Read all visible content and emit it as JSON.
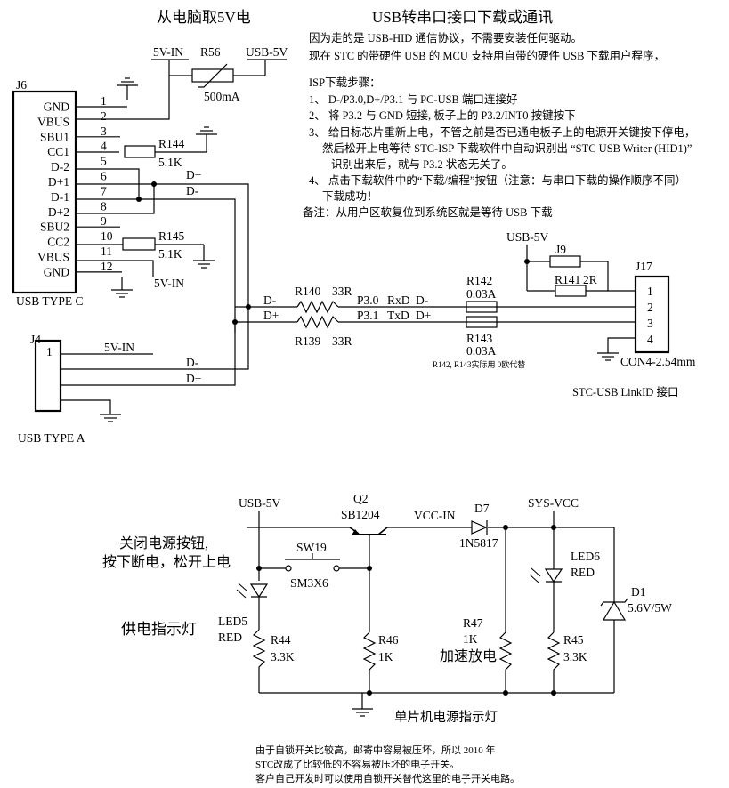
{
  "titles": {
    "usb_power": "从电脑取5V电",
    "usb_serial": "USB转串口接口下载或通讯"
  },
  "notes": {
    "line1": "因为走的是 USB-HID 通信协议，不需要安装任何驱动。",
    "line2": "现在 STC 的带硬件 USB 的 MCU 支持用自带的硬件 USB 下载用户程序，",
    "isp_title": "ISP下载步骤：",
    "step1": "1、 D-/P3.0,D+/P3.1 与 PC-USB 端口连接好",
    "step2": "2、 将 P3.2 与 GND 短接, 板子上的 P3.2/INT0 按键按下",
    "step3a": "3、 给目标芯片重新上电，不管之前是否已通电板子上的电源开关键按下停电，",
    "step3b": "然后松开上电等待 STC-ISP 下载软件中自动识别出 “STC USB Writer (HID1)”",
    "step3c": "识别出来后，就与 P3.2 状态无关了。",
    "step4a": "4、 点击下载软件中的“下载/编程”按钮（注意：与串口下载的操作顺序不同）",
    "step4b": "下载成功！",
    "remark": "备注：从用户区软复位到系统区就是等待 USB 下载"
  },
  "j6": {
    "ref": "J6",
    "type": "USB TYPE C",
    "pins": [
      "GND",
      "VBUS",
      "SBU1",
      "CC1",
      "D-2",
      "D+1",
      "D-1",
      "D+2",
      "SBU2",
      "CC2",
      "VBUS",
      "GND"
    ],
    "pin_numbers": [
      "1",
      "2",
      "3",
      "4",
      "5",
      "6",
      "7",
      "8",
      "9",
      "10",
      "11",
      "12"
    ]
  },
  "j4": {
    "ref": "J4",
    "type": "USB TYPE A",
    "pin": "1"
  },
  "j17": {
    "ref": "J17",
    "pins": [
      "1",
      "2",
      "3",
      "4"
    ],
    "type": "CON4-2.54mm",
    "caption": "STC-USB LinkID 接口"
  },
  "nets": {
    "v5in": "5V-IN",
    "usb5v": "USB-5V",
    "dplus": "D+",
    "dminus": "D-",
    "p30": "P3.0",
    "p31": "P3.1",
    "rxd": "RxD",
    "txd": "TxD",
    "vccin": "VCC-IN",
    "sysvcc": "SYS-VCC"
  },
  "parts": {
    "r56": {
      "ref": "R56",
      "value": "500mA"
    },
    "r144": {
      "ref": "R144",
      "value": "5.1K"
    },
    "r145": {
      "ref": "R145",
      "value": "5.1K"
    },
    "r140": {
      "ref": "R140",
      "value": "33R"
    },
    "r139": {
      "ref": "R139",
      "value": "33R"
    },
    "r142": {
      "ref": "R142",
      "value": "0.03A"
    },
    "r143": {
      "ref": "R143",
      "value": "0.03A"
    },
    "r142_note": "R142, R143实际用 0欧代替",
    "j9": {
      "ref": "J9"
    },
    "r141": {
      "ref": "R141",
      "value": "2R"
    },
    "q2": {
      "ref": "Q2",
      "value": "SB1204"
    },
    "d7": {
      "ref": "D7",
      "value": "1N5817"
    },
    "sw19": {
      "ref": "SW19",
      "value": "SM3X6"
    },
    "led5": {
      "ref": "LED5",
      "value": "RED"
    },
    "led6": {
      "ref": "LED6",
      "value": "RED"
    },
    "r44": {
      "ref": "R44",
      "value": "3.3K"
    },
    "r46": {
      "ref": "R46",
      "value": "1K"
    },
    "r47": {
      "ref": "R47",
      "value": "1K"
    },
    "r45": {
      "ref": "R45",
      "value": "3.3K"
    },
    "d1": {
      "ref": "D1",
      "value": "5.6V/5W"
    }
  },
  "labels": {
    "switch_note_1": "关闭电源按钮,",
    "switch_note_2": "按下断电，松开上电",
    "power_led": "供电指示灯",
    "discharge": "加速放电",
    "mcu_power_led": "单片机电源指示灯"
  },
  "footer": {
    "line1": "由于自锁开关比较高，邮寄中容易被压坏，所以 2010 年",
    "line2": "STC改成了比较低的不容易被压坏的电子开关。",
    "line3": "客户自己开发时可以使用自锁开关替代这里的电子开关电路。"
  }
}
